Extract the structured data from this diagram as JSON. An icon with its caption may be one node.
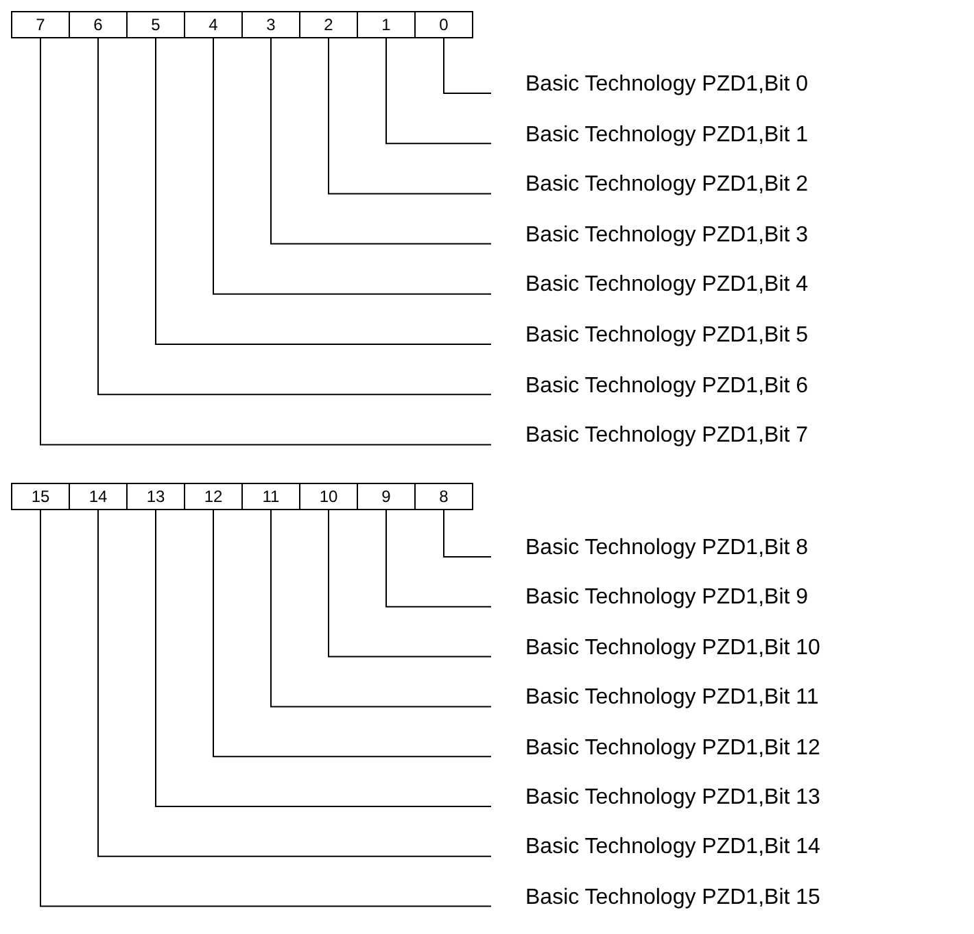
{
  "diagram": {
    "nodes": [
      {
        "text": [
          "7"
        ]
      },
      {
        "text": [
          "6"
        ]
      },
      {
        "text": [
          "5"
        ]
      },
      {
        "text": [
          "4"
        ]
      },
      {
        "text": [
          "3"
        ]
      },
      {
        "text": [
          "2"
        ]
      },
      {
        "text": [
          "1"
        ]
      },
      {
        "text": [
          "0"
        ]
      },
      {
        "text": [
          "Basic Technology PZD1,Bit 0"
        ]
      },
      {
        "text": [
          "Basic Technology PZD1,Bit 1"
        ]
      },
      {
        "text": [
          "Basic Technology PZD1,Bit 2"
        ]
      },
      {
        "text": [
          "Basic Technology PZD1,Bit 3"
        ]
      },
      {
        "text": [
          "Basic Technology PZD1,Bit 4"
        ]
      },
      {
        "text": [
          "Basic Technology PZD1,Bit 5"
        ]
      },
      {
        "text": [
          "Basic Technology PZD1,Bit 6"
        ]
      },
      {
        "text": [
          "Basic Technology PZD1,Bit 7"
        ]
      },
      {
        "text": [
          "15"
        ]
      },
      {
        "text": [
          "14"
        ]
      },
      {
        "text": [
          "13"
        ]
      },
      {
        "text": [
          "12"
        ]
      },
      {
        "text": [
          "11"
        ]
      },
      {
        "text": [
          "10"
        ]
      },
      {
        "text": [
          "9"
        ]
      },
      {
        "text": [
          "8"
        ]
      },
      {
        "text": [
          "Basic Technology PZD1,Bit 8"
        ]
      },
      {
        "text": [
          "Basic Technology PZD1,Bit 9"
        ]
      },
      {
        "text": [
          "Basic Technology PZD1,Bit 10"
        ]
      },
      {
        "text": [
          "Basic Technology PZD1,Bit 11"
        ]
      },
      {
        "text": [
          "Basic Technology PZD1,Bit 12"
        ]
      },
      {
        "text": [
          "Basic Technology PZD1,Bit 13"
        ]
      },
      {
        "text": [
          "Basic Technology PZD1,Bit 14"
        ]
      },
      {
        "text": [
          "Basic Technology PZD1,Bit 15"
        ]
      }
    ],
    "edges": [
      {
        "from": 7,
        "to": 8,
        "arrow": "none"
      },
      {
        "from": 6,
        "to": 9,
        "arrow": "none"
      },
      {
        "from": 5,
        "to": 10,
        "arrow": "none"
      },
      {
        "from": 4,
        "to": 11,
        "arrow": "none"
      },
      {
        "from": 3,
        "to": 12,
        "arrow": "none"
      },
      {
        "from": 2,
        "to": 13,
        "arrow": "none"
      },
      {
        "from": 1,
        "to": 14,
        "arrow": "none"
      },
      {
        "from": 0,
        "to": 15,
        "arrow": "none"
      },
      {
        "from": 23,
        "to": 24,
        "arrow": "none"
      },
      {
        "from": 22,
        "to": 25,
        "arrow": "none"
      },
      {
        "from": 21,
        "to": 26,
        "arrow": "none"
      },
      {
        "from": 20,
        "to": 27,
        "arrow": "none"
      },
      {
        "from": 19,
        "to": 28,
        "arrow": "none"
      },
      {
        "from": 18,
        "to": 29,
        "arrow": "none"
      },
      {
        "from": 17,
        "to": 30,
        "arrow": "none"
      },
      {
        "from": 16,
        "to": 31,
        "arrow": "none"
      }
    ]
  }
}
